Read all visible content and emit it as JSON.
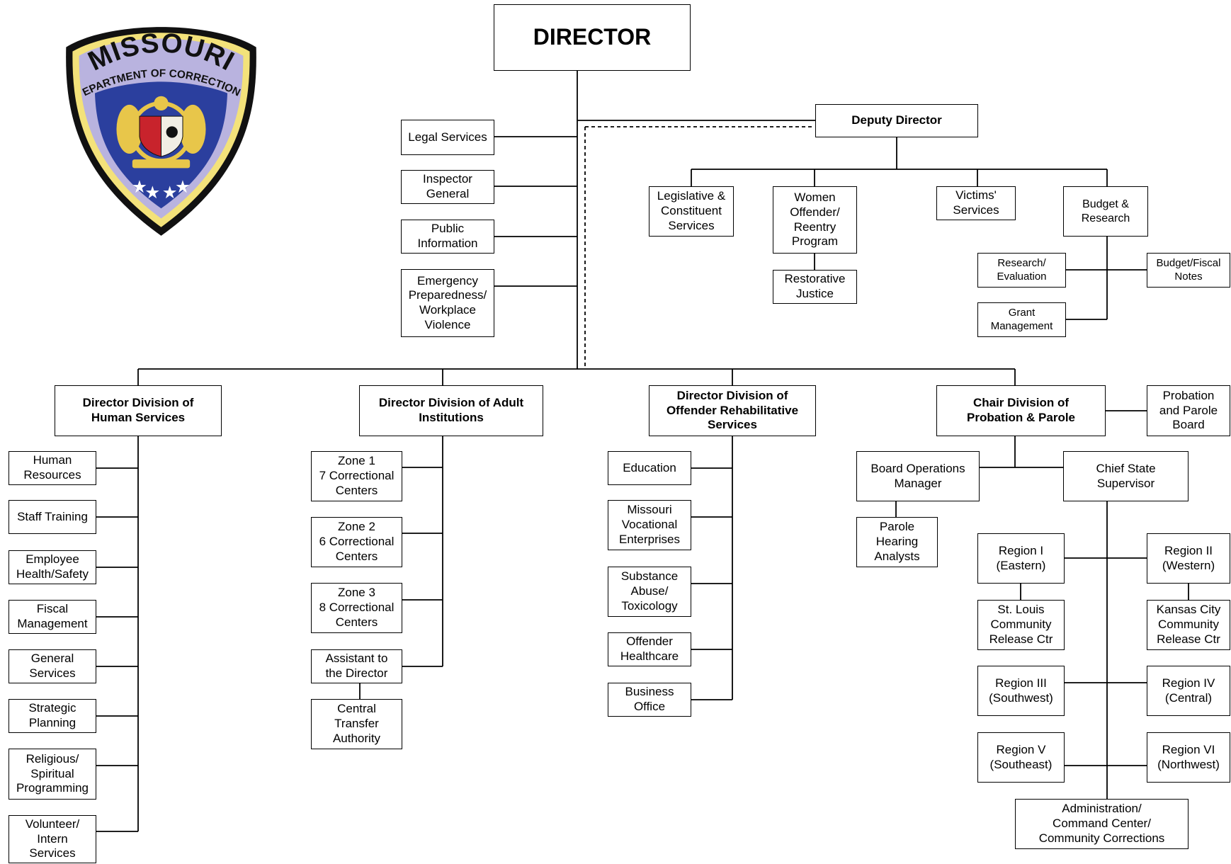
{
  "logo": {
    "title": "MISSOURI",
    "subtitle": "DEPARTMENT OF CORRECTIONS",
    "colors": {
      "outer": "#111111",
      "rim": "#f3e27a",
      "band": "#b9b3df",
      "field": "#2b3f9e",
      "gold": "#e8c64a"
    }
  },
  "director": "DIRECTOR",
  "staff": [
    "Legal Services",
    "Inspector\nGeneral",
    "Public\nInformation",
    "Emergency\nPreparedness/\nWorkplace\nViolence"
  ],
  "deputy": {
    "title": "Deputy Director",
    "units": [
      "Legislative &\nConstituent\nServices",
      "Women\nOffender/\nReentry\nProgram",
      "Restorative\nJustice",
      "Victims'\nServices",
      "Budget &\nResearch",
      "Research/\nEvaluation",
      "Budget/Fiscal\nNotes",
      "Grant\nManagement"
    ]
  },
  "divisions": {
    "human_services": {
      "title": "Director Division of\nHuman Services",
      "units": [
        "Human\nResources",
        "Staff Training",
        "Employee\nHealth/Safety",
        "Fiscal\nManagement",
        "General\nServices",
        "Strategic\nPlanning",
        "Religious/\nSpiritual\nProgramming",
        "Volunteer/\nIntern\nServices"
      ]
    },
    "adult_institutions": {
      "title": "Director Division of Adult\nInstitutions",
      "units": [
        "Zone 1\n7 Correctional\nCenters",
        "Zone 2\n6 Correctional\nCenters",
        "Zone 3\n8 Correctional\nCenters",
        "Assistant to\nthe Director",
        "Central\nTransfer\nAuthority"
      ]
    },
    "rehabilitative": {
      "title": "Director Division of\nOffender Rehabilitative\nServices",
      "units": [
        "Education",
        "Missouri\nVocational\nEnterprises",
        "Substance\nAbuse/\nToxicology",
        "Offender\nHealthcare",
        "Business\nOffice"
      ]
    },
    "probation_parole": {
      "title": "Chair Division of\nProbation & Parole",
      "units": [
        "Probation\nand Parole\nBoard",
        "Board Operations\nManager",
        "Parole\nHearing\nAnalysts",
        "Chief State\nSupervisor",
        "Region I\n(Eastern)",
        "Region II\n(Western)",
        "St. Louis\nCommunity\nRelease Ctr",
        "Kansas City\nCommunity\nRelease Ctr",
        "Region III\n(Southwest)",
        "Region IV\n(Central)",
        "Region V\n(Southeast)",
        "Region VI\n(Northwest)",
        "Administration/\nCommand Center/\nCommunity Corrections"
      ]
    }
  }
}
